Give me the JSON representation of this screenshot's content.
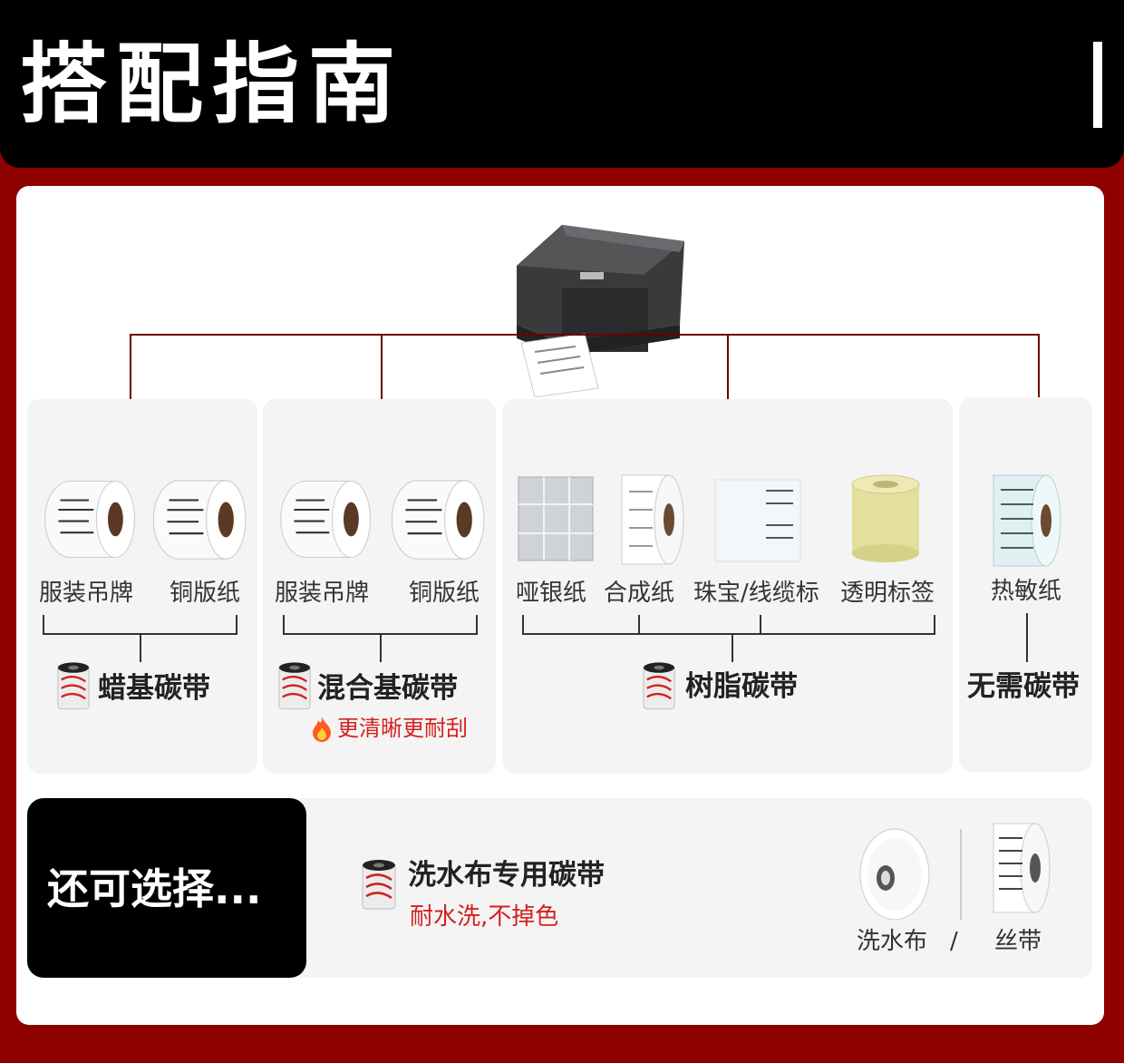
{
  "header": {
    "title": "搭配指南"
  },
  "groups": [
    {
      "labels": [
        "服装吊牌",
        "铜版纸"
      ],
      "ribbon": "蜡基碳带",
      "note": ""
    },
    {
      "labels": [
        "服装吊牌",
        "铜版纸"
      ],
      "ribbon": "混合基碳带",
      "note": "更清晰更耐刮"
    },
    {
      "labels": [
        "哑银纸",
        "合成纸",
        "珠宝/线缆标",
        "透明标签"
      ],
      "ribbon": "树脂碳带",
      "note": ""
    },
    {
      "labels": [
        "热敏纸"
      ],
      "ribbon": "无需碳带",
      "note": ""
    }
  ],
  "bottom": {
    "more": "还可选择...",
    "ribbon": "洗水布专用碳带",
    "note": "耐水洗,不掉色",
    "materials": [
      "洗水布",
      "丝带"
    ],
    "separator": "/"
  },
  "colors": {
    "accent": "#8f0000",
    "note": "#d42020"
  }
}
